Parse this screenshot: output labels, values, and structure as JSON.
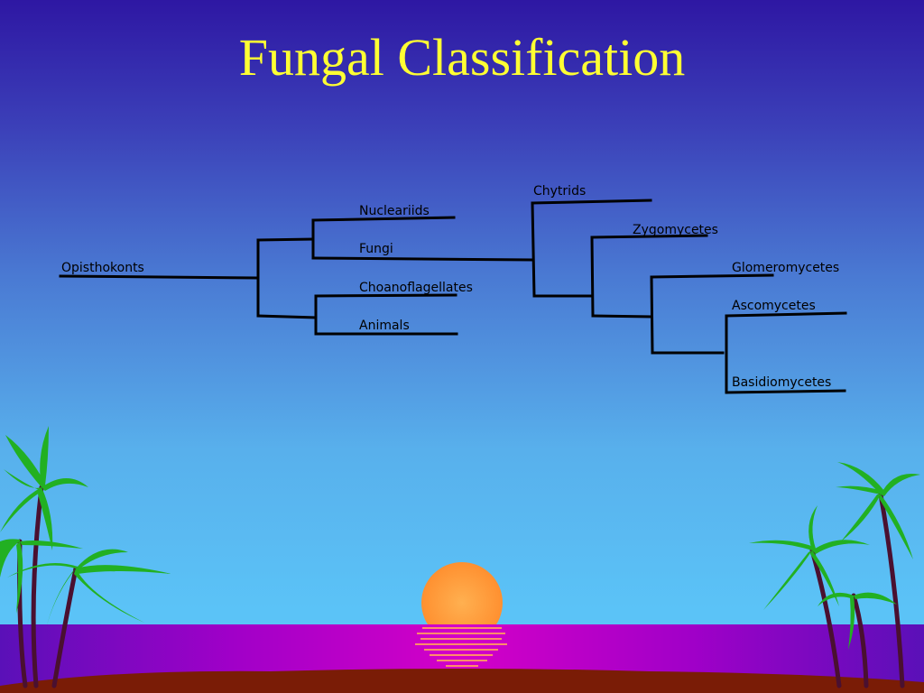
{
  "title": "Fungal Classification",
  "labels": {
    "opisthokonts": "Opisthokonts",
    "nucleariids": "Nucleariids",
    "fungi": "Fungi",
    "choanoflagellates": "Choanoflagellates",
    "animals": "Animals",
    "chytrids": "Chytrids",
    "zygomycetes": "Zygomycetes",
    "glomeromycetes": "Glomeromycetes",
    "ascomycetes": "Ascomycetes",
    "basidiomycetes": "Basidiomycetes"
  },
  "colors": {
    "title": "#ffff33",
    "branch": "#000000",
    "sky_top": "#2e17a3",
    "sky_bottom": "#5bc3f7",
    "sea": "#c800c8",
    "sun": "#ffa040",
    "palm_leaf": "#22b022",
    "palm_trunk": "#4a1030",
    "ground": "#7a1c06"
  }
}
